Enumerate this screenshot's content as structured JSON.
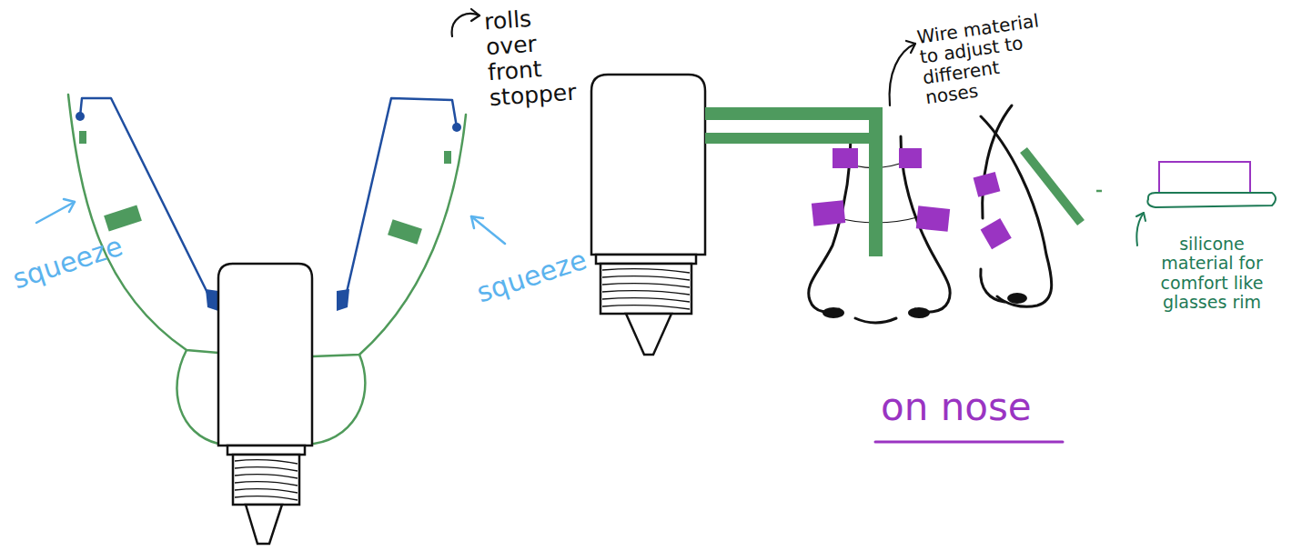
{
  "diagram": {
    "labels": [
      "rolls over front stopper",
      "squeeze",
      "squeeze",
      "Wire material to adjust to different noses",
      "on nose",
      "silicone material for comfort like glasses rim"
    ]
  }
}
